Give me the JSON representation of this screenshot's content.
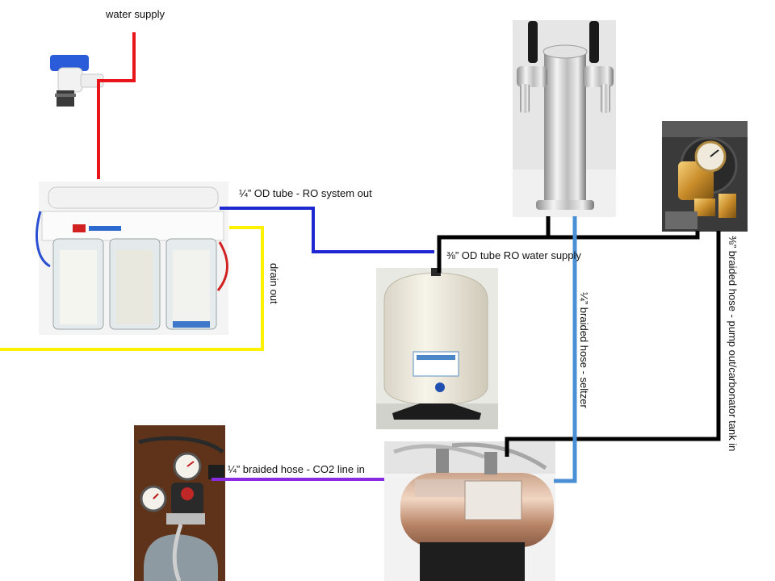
{
  "labels": {
    "water_supply": "water supply",
    "ro_system_out": "¼” OD tube - RO system out",
    "drain_out": "drain out",
    "ro_water_supply": "⅜” OD tube RO water supply",
    "seltzer_hose": "¼” braided hose - seltzer",
    "pump_out_hose": "⅜” braided hose - pump out/carbonator tank in",
    "co2_line": "¼” braided hose - CO2 line in"
  },
  "colors": {
    "water_supply_line": "#e8161b",
    "ro_out_line": "#1d28d0",
    "drain_line": "#fff200",
    "ro_supply_line": "#000000",
    "seltzer_line": "#4a8fd4",
    "pump_line": "#000000",
    "co2_line": "#8a2be2"
  }
}
